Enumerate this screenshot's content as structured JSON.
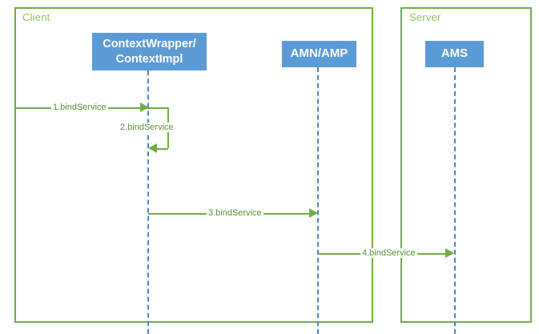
{
  "diagram": {
    "type": "uml-sequence-diagram",
    "colors": {
      "frame_border": "#70AD47",
      "frame_label": "#8CC05F",
      "participant_box": "#5B9BD5",
      "participant_text": "#FFFFFF",
      "lifeline": "#4A86C8",
      "message_line": "#70AD47",
      "message_label": "#5B8F3A",
      "background": "#FFFFFF"
    },
    "frames": [
      {
        "id": "client",
        "label": "Client"
      },
      {
        "id": "server",
        "label": "Server"
      }
    ],
    "participants": [
      {
        "id": "context",
        "label": "ContextWrapper/\nContextImpl",
        "line1": "ContextWrapper/",
        "line2": "ContextImpl",
        "frame": "client"
      },
      {
        "id": "amn",
        "label": "AMN/AMP",
        "frame": "client"
      },
      {
        "id": "ams",
        "label": "AMS",
        "frame": "server"
      }
    ],
    "messages": [
      {
        "seq": "1",
        "label": "1.bindService",
        "from": "client-boundary",
        "to": "context",
        "kind": "call"
      },
      {
        "seq": "2",
        "label": "2.bindService",
        "from": "context",
        "to": "context",
        "kind": "self-call"
      },
      {
        "seq": "3",
        "label": "3.bindService",
        "from": "context",
        "to": "amn",
        "kind": "call"
      },
      {
        "seq": "4",
        "label": "4.bindService",
        "from": "amn",
        "to": "ams",
        "kind": "call"
      }
    ]
  }
}
